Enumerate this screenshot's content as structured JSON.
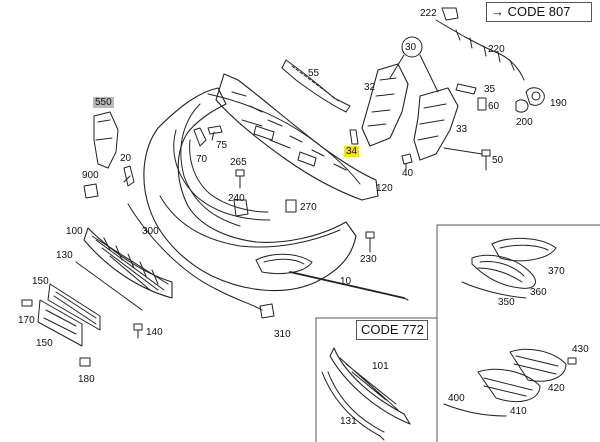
{
  "code_boxes": {
    "code807": {
      "arrow": "→",
      "text": "CODE 807"
    },
    "code772": {
      "text": "CODE 772"
    }
  },
  "part_labels": {
    "p222": "222",
    "p220": "220",
    "p30": "30",
    "p55": "55",
    "p550": "550",
    "p32": "32",
    "p35": "35",
    "p60": "60",
    "p190": "190",
    "p200": "200",
    "p75": "75",
    "p70": "70",
    "p34": "34",
    "p33": "33",
    "p50": "50",
    "p40": "40",
    "p20": "20",
    "p265": "265",
    "p900": "900",
    "p120": "120",
    "p240": "240",
    "p270": "270",
    "p300": "300",
    "p100": "100",
    "p130": "130",
    "p230": "230",
    "p10": "10",
    "p370": "370",
    "p350": "350",
    "p360": "360",
    "p150a": "150",
    "p170": "170",
    "p150b": "150",
    "p140": "140",
    "p310": "310",
    "p180": "180",
    "p101": "101",
    "p430": "430",
    "p420": "420",
    "p400": "400",
    "p410": "410",
    "p131": "131"
  },
  "highlight_colors": {
    "gray": "#b9b9b9",
    "yellow": "#f4e500"
  },
  "line_color": "#222222"
}
